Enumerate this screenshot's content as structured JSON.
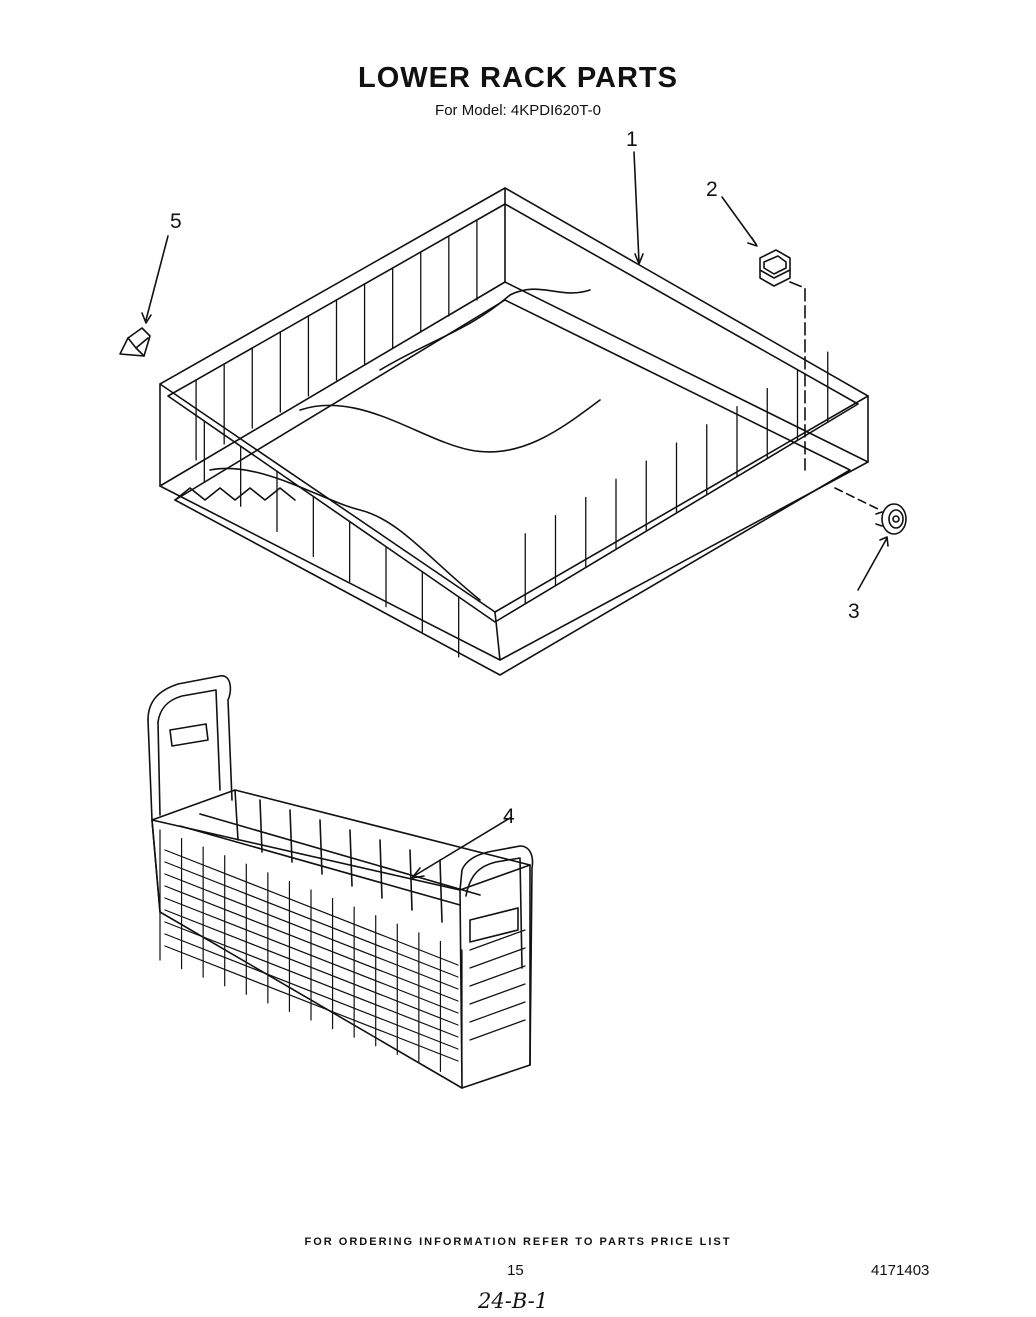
{
  "header": {
    "title": "LOWER RACK PARTS",
    "subtitle": "For Model: 4KPDI620T-0"
  },
  "callouts": {
    "c1": "1",
    "c2": "2",
    "c3": "3",
    "c4": "4",
    "c5": "5"
  },
  "footer": {
    "ordering_note": "FOR ORDERING INFORMATION REFER TO PARTS PRICE LIST",
    "page_number": "15",
    "document_number": "4171403",
    "handwritten_note": "24-B-1"
  },
  "parts": [
    {
      "ref": "1",
      "icon": "dish-rack-icon"
    },
    {
      "ref": "2",
      "icon": "rack-clip-icon"
    },
    {
      "ref": "3",
      "icon": "rack-wheel-icon"
    },
    {
      "ref": "4",
      "icon": "silverware-basket-icon"
    },
    {
      "ref": "5",
      "icon": "rack-stop-icon"
    }
  ]
}
